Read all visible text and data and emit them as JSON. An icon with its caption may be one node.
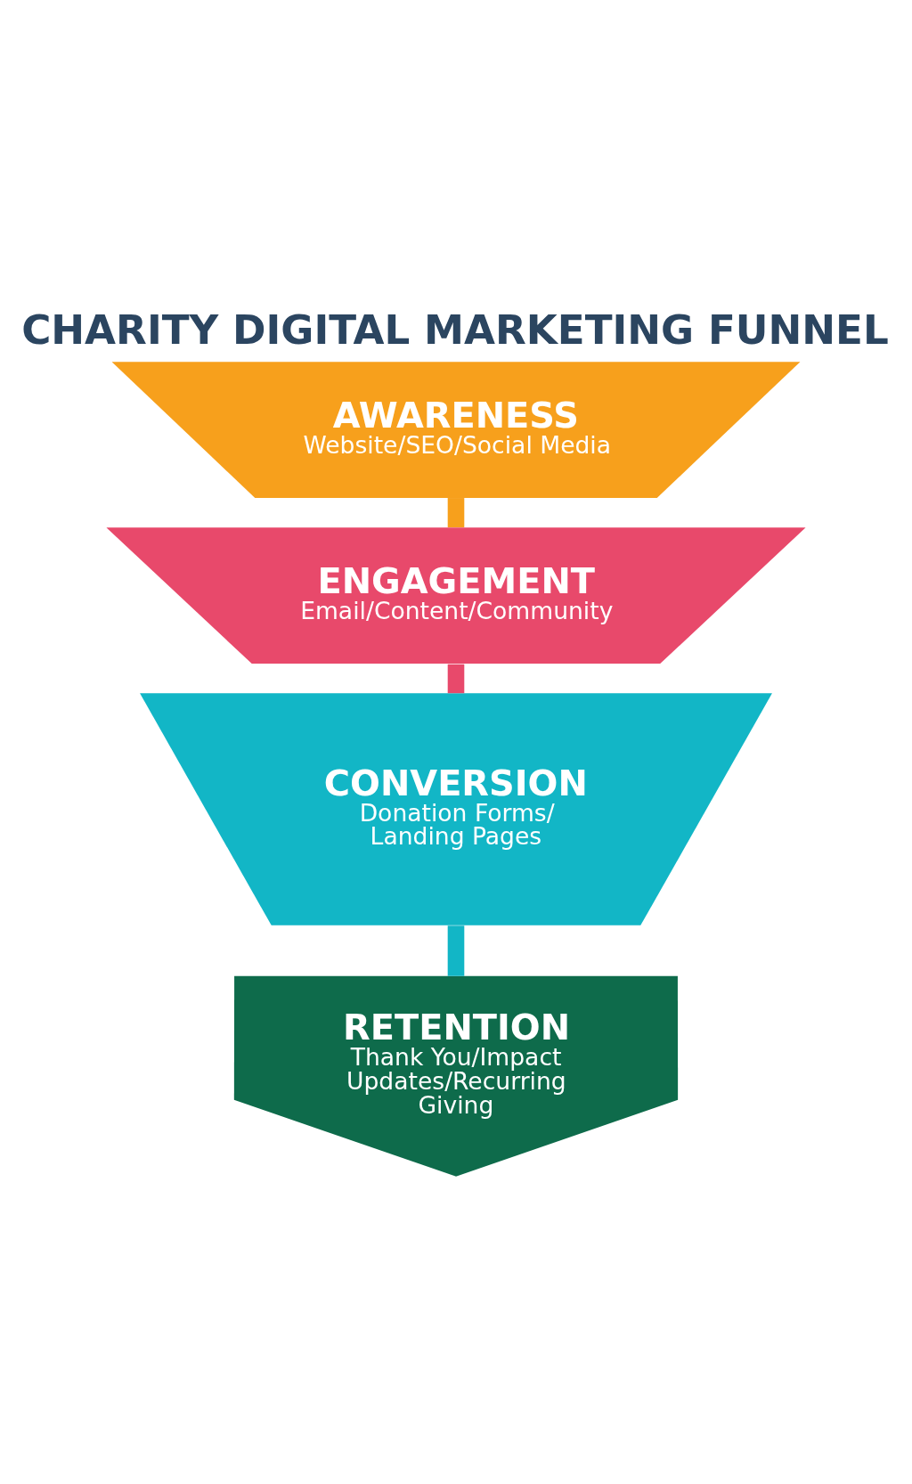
{
  "diagram": {
    "title": "CHARITY DIGITAL MARKETING FUNNEL",
    "nodes": [
      {
        "text": [
          "AWARENESS",
          "Website/SEO/Social Media"
        ]
      },
      {
        "text": [
          "ENGAGEMENT",
          "Email/Content/Community"
        ]
      },
      {
        "text": [
          "CONVERSION",
          "Donation Forms/ Landing Pages"
        ]
      },
      {
        "text": [
          "RETENTION",
          "Thank You/Impact Updates/Recurring Giving"
        ]
      }
    ],
    "edges": [
      {
        "from": 0,
        "to": 1,
        "arrow": "none",
        "color": "#f7a01c"
      },
      {
        "from": 1,
        "to": 2,
        "arrow": "none",
        "color": "#e8496b"
      },
      {
        "from": 2,
        "to": 3,
        "arrow": "none",
        "color": "#12b6c6"
      }
    ]
  }
}
